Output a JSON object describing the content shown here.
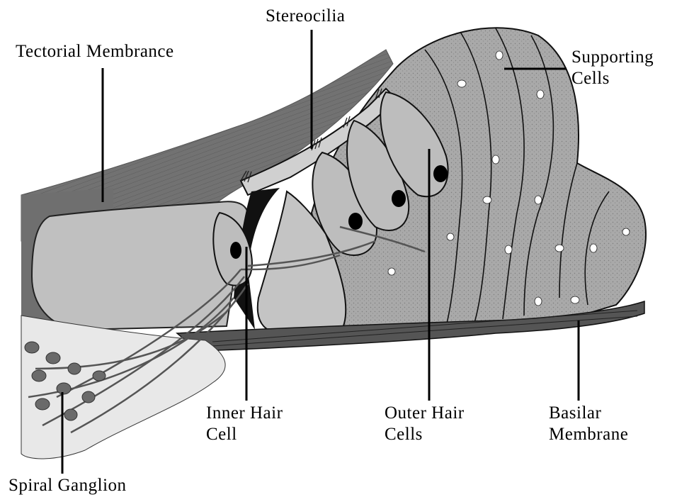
{
  "labels": {
    "tectorial_membrane": "Tectorial Membrance",
    "stereocilia": "Stereocilia",
    "supporting_cells": [
      "Supporting",
      "Cells"
    ],
    "inner_hair_cell": [
      "Inner Hair",
      "Cell"
    ],
    "outer_hair_cells": [
      "Outer Hair",
      "Cells"
    ],
    "basilar_membrane": [
      "Basilar",
      "Membrane"
    ],
    "spiral_ganglion": "Spiral Ganglion"
  },
  "colors": {
    "background": "#ffffff",
    "tissue_dark": "#6f6f6f",
    "tissue_mid": "#9a9a9a",
    "tissue_light": "#bdbdbd",
    "outline": "#000000"
  }
}
